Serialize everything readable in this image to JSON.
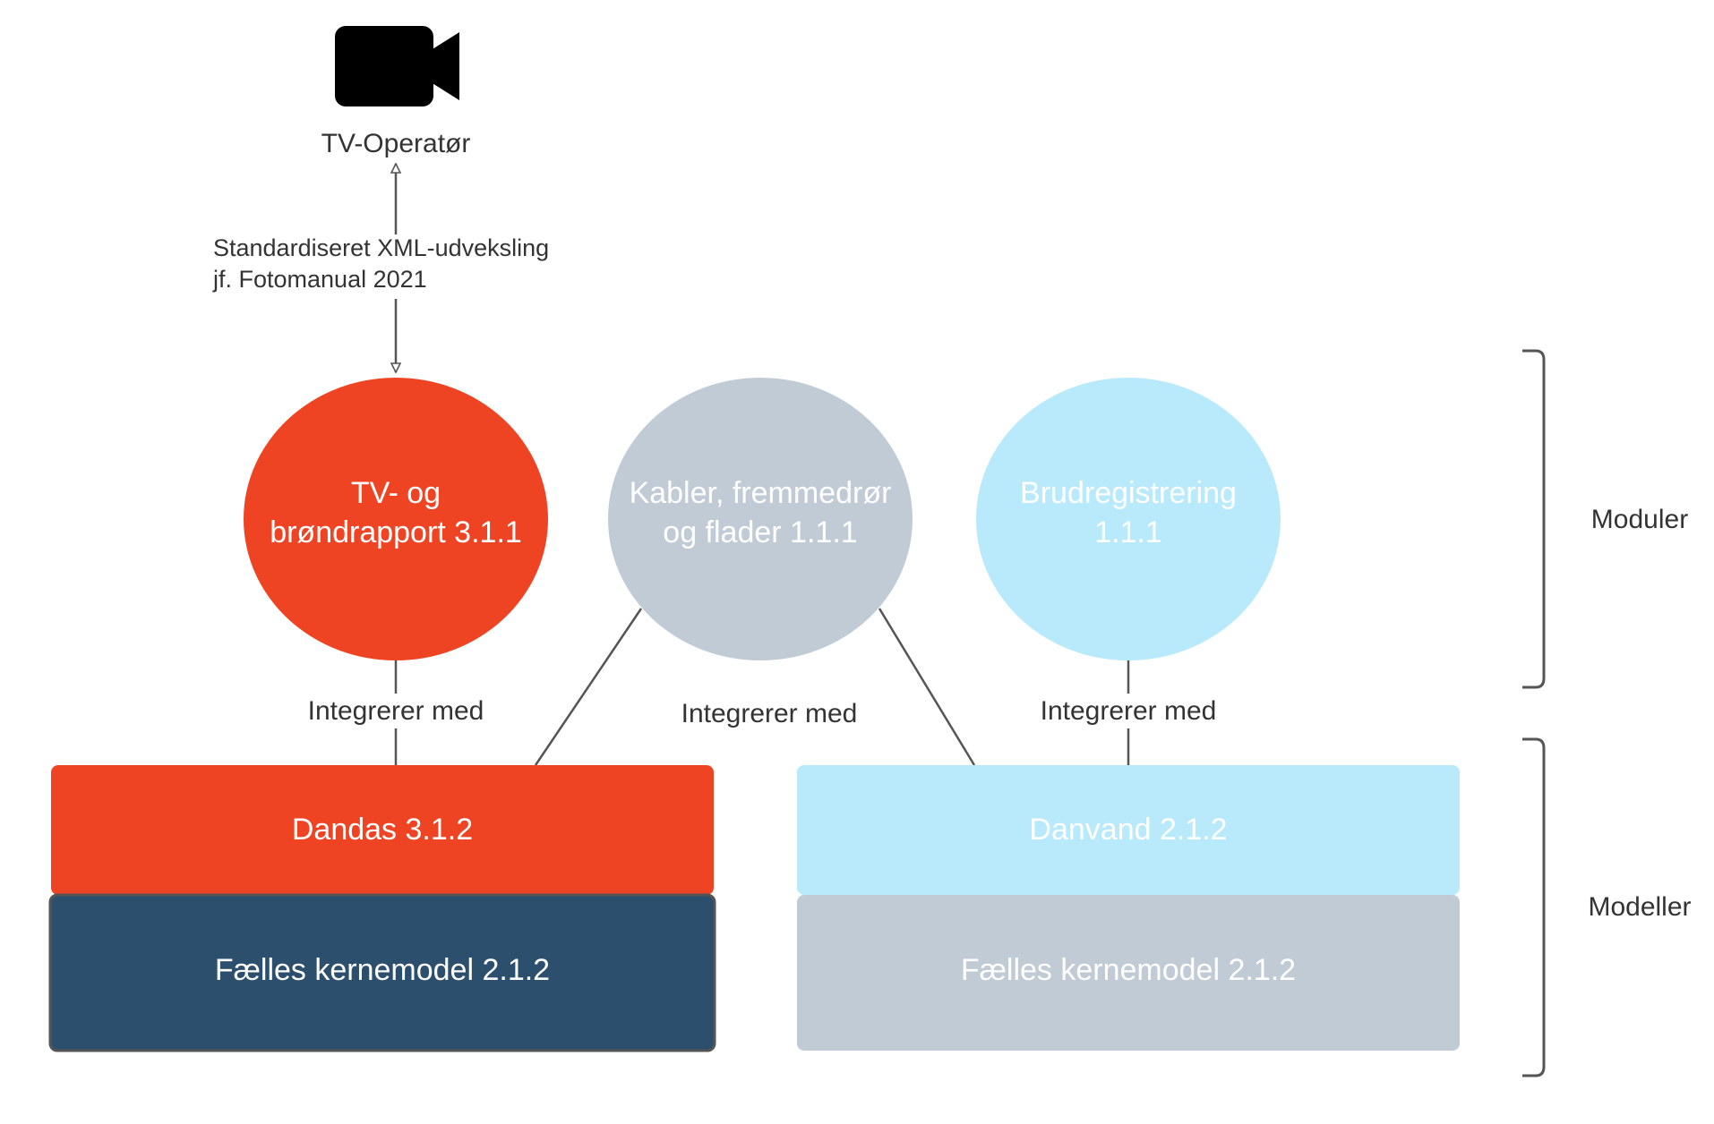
{
  "camera": {
    "icon": "video-camera-icon",
    "label": "TV-Operatør"
  },
  "exchange": {
    "line1": "Standardiseret XML-udveksling",
    "line2": "jf. Fotomanual 2021"
  },
  "modules": [
    {
      "line1": "TV- og",
      "line2": "brøndrapport 3.1.1",
      "fill": "#EF4423"
    },
    {
      "line1": "Kabler, fremmedrør",
      "line2": "og flader 1.1.1",
      "fill": "#C1CBD5"
    },
    {
      "line1": "Brudregistrering",
      "line2": "1.1.1",
      "fill": "#B8EAFC"
    }
  ],
  "integration_labels": [
    "Integrerer med",
    "Integrerer med",
    "Integrerer med"
  ],
  "models": {
    "left": {
      "top": {
        "label": "Dandas 3.1.2",
        "fill": "#EF4423"
      },
      "bottom": {
        "label": "Fælles kernemodel 2.1.2",
        "fill": "#2D4F6E"
      }
    },
    "right": {
      "top": {
        "label": "Danvand 2.1.2",
        "fill": "#B8EAFC"
      },
      "bottom": {
        "label": "Fælles kernemodel 2.1.2",
        "fill": "#C1CBD5"
      }
    }
  },
  "brackets": {
    "top": "Moduler",
    "bottom": "Modeller"
  },
  "colors": {
    "line": "#555555",
    "text": "#333333"
  }
}
